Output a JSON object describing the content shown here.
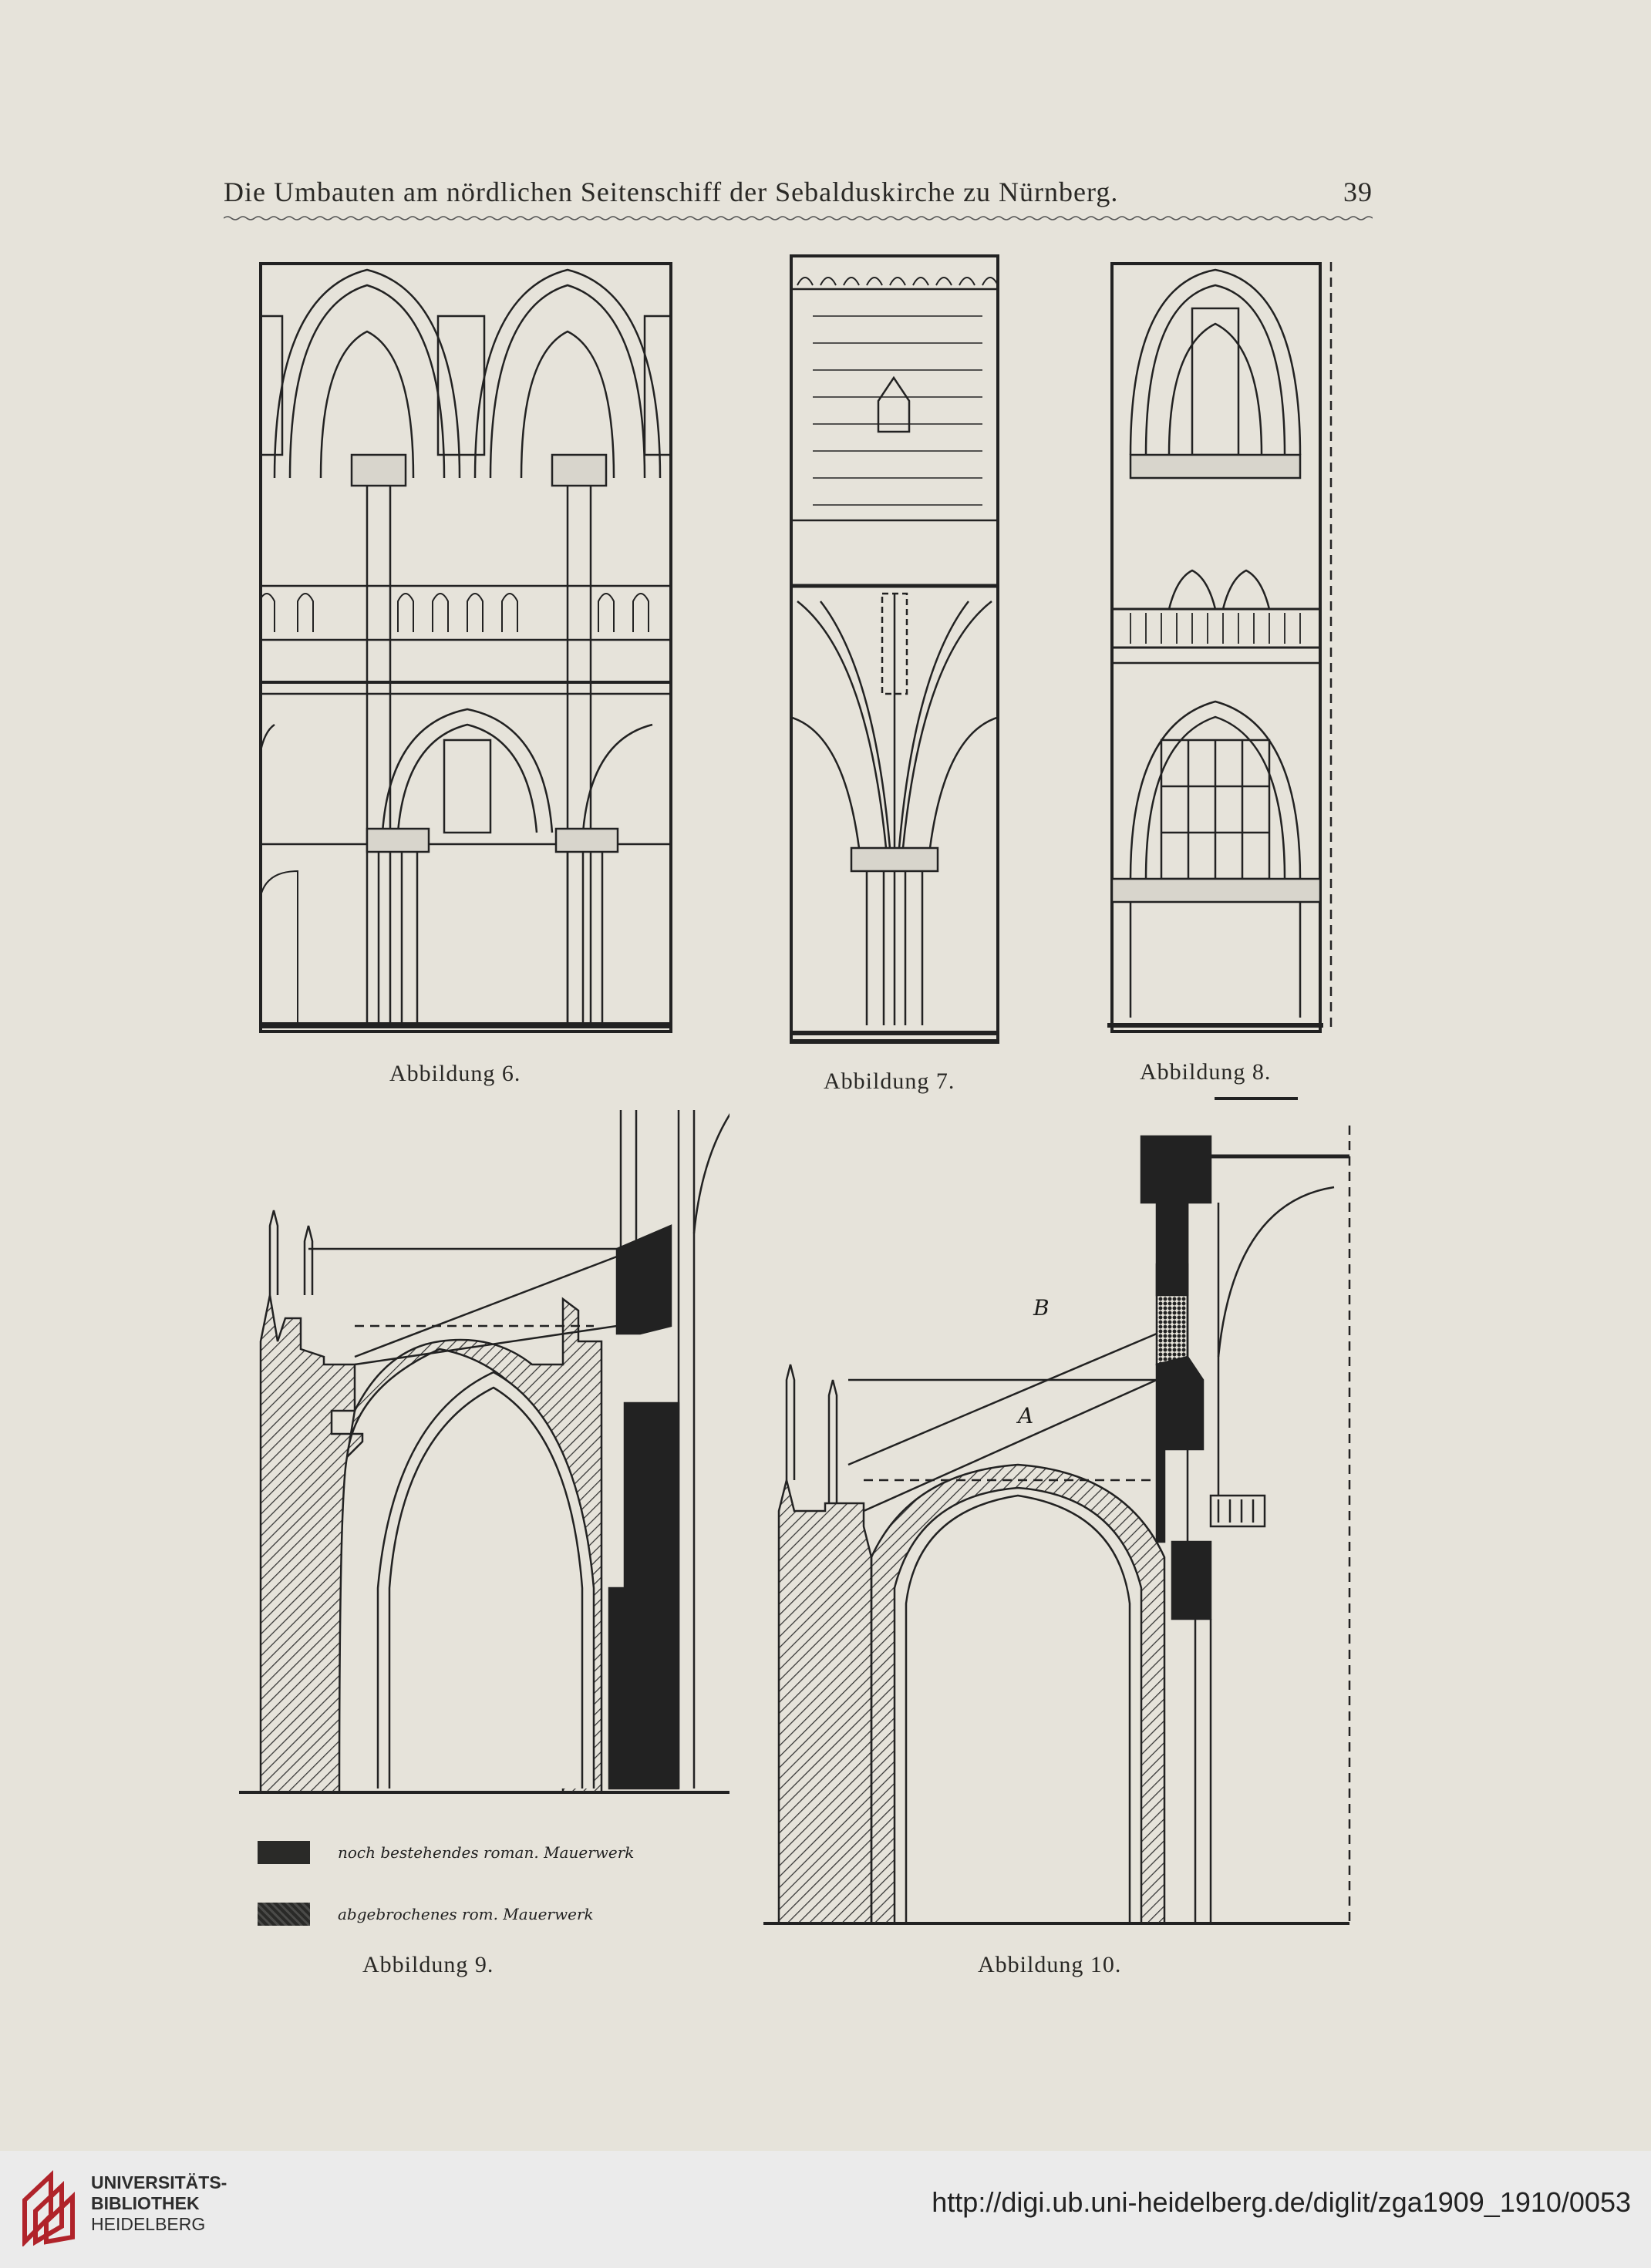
{
  "header": {
    "title": "Die Umbauten am nördlichen Seitenschiff der Sebalduskirche zu Nürnberg.",
    "page_number": "39"
  },
  "figures": [
    {
      "id": "fig6",
      "caption": "Abbildung 6."
    },
    {
      "id": "fig7",
      "caption": "Abbildung 7."
    },
    {
      "id": "fig8",
      "caption": "Abbildung 8."
    },
    {
      "id": "fig9",
      "caption": "Abbildung 9."
    },
    {
      "id": "fig10",
      "caption": "Abbildung 10."
    }
  ],
  "fig10_labels": {
    "a": "A",
    "b": "B"
  },
  "legend": [
    {
      "label": "noch bestehendes roman. Mauerwerk",
      "color": "#2a2a28"
    },
    {
      "label": "abgebrochenes rom. Mauerwerk",
      "color": "#3a3a38"
    }
  ],
  "footer": {
    "library_line1": "UNIVERSITÄTS-",
    "library_line2": "BIBLIOTHEK",
    "library_line3": "HEIDELBERG",
    "url": "http://digi.ub.uni-heidelberg.de/diglit/zga1909_1910/0053",
    "logo_color": "#b0232a"
  }
}
